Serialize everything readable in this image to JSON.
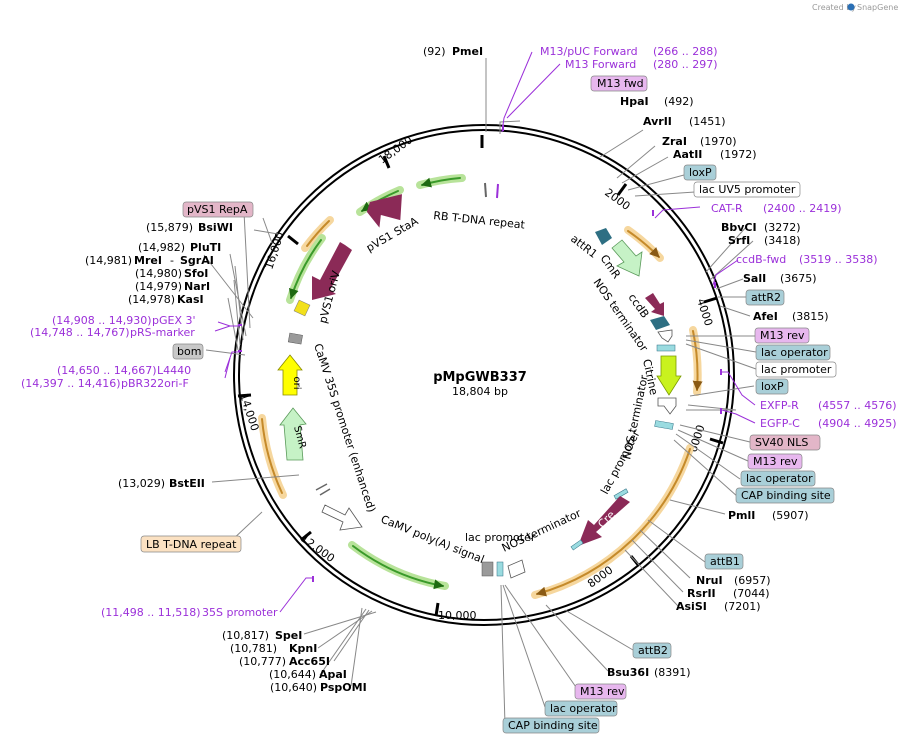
{
  "credit": {
    "prefix": "Created by",
    "brand": "SnapGene"
  },
  "plasmid": {
    "name": "pMpGWB337",
    "length": "18,804 bp"
  },
  "ticks": [
    "2000",
    "4000",
    "6000",
    "8000",
    "10,000",
    "12,000",
    "14,000",
    "16,000",
    "18,000"
  ],
  "features": {
    "rb_repeat": "RB T-DNA repeat",
    "pvs1_staa": "pVS1 StaA",
    "pvs1_oriv": "pVS1 oriV",
    "camv35s": "CaMV 35S promoter (enhanced)",
    "ori": "ori",
    "smr": "SmR",
    "attr1": "attR1",
    "cmr": "CmR",
    "ccdb": "ccdB",
    "nos1": "NOS terminator",
    "citrine": "Citrine",
    "nos2": "NOS terminator",
    "lac_promoter_in": "lac promoter",
    "cre": "Cre",
    "nos3": "NOS terminator",
    "lac_promoter_in2": "lac promoter",
    "camv_polya": "CaMV poly(A) signal"
  },
  "labels": {
    "pmei": {
      "pos": "(92)",
      "name": "PmeI"
    },
    "m13puc": {
      "name": "M13/pUC Forward",
      "range": "(266 .. 288)"
    },
    "m13fwd_p": {
      "name": "M13 Forward",
      "range": "(280 .. 297)"
    },
    "m13fwd_box": "M13 fwd",
    "hpai": {
      "name": "HpaI",
      "pos": "(492)"
    },
    "avrii": {
      "name": "AvrII",
      "pos": "(1451)"
    },
    "zrai": {
      "name": "ZraI",
      "pos": "(1970)"
    },
    "aatii": {
      "name": "AatII",
      "pos": "(1972)"
    },
    "loxp1": "loxP",
    "lacuv5": "lac UV5 promoter",
    "catr": {
      "name": "CAT-R",
      "range": "(2400 .. 2419)"
    },
    "bbvci": {
      "name": "BbvCI",
      "pos": "(3272)"
    },
    "srfi": {
      "name": "SrfI",
      "pos": "(3418)"
    },
    "ccdbfwd": {
      "name": "ccdB-fwd",
      "range": "(3519 .. 3538)"
    },
    "sali": {
      "name": "SalI",
      "pos": "(3675)"
    },
    "attr2": "attR2",
    "afei": {
      "name": "AfeI",
      "pos": "(3815)"
    },
    "m13rev1": "M13 rev",
    "lacop1": "lac operator",
    "lacprom1": "lac promoter",
    "loxp2": "loxP",
    "exfpr": {
      "name": "EXFP-R",
      "range": "(4557 .. 4576)"
    },
    "egfpc": {
      "name": "EGFP-C",
      "range": "(4904 .. 4925)"
    },
    "sv40": "SV40 NLS",
    "m13rev2": "M13 rev",
    "lacop2": "lac operator",
    "cap1": "CAP binding site",
    "pmli": {
      "name": "PmlI",
      "pos": "(5907)"
    },
    "attb1": "attB1",
    "nrui": {
      "name": "NruI",
      "pos": "(6957)"
    },
    "rsrii": {
      "name": "RsrII",
      "pos": "(7044)"
    },
    "asisi": {
      "name": "AsiSI",
      "pos": "(7201)"
    },
    "attb2": "attB2",
    "bsu36i": {
      "name": "Bsu36I",
      "pos": "(8391)"
    },
    "m13rev3": "M13 rev",
    "lacop3": "lac operator",
    "cap2": "CAP binding site",
    "spei": {
      "pos": "(10,817)",
      "name": "SpeI"
    },
    "kpni": {
      "pos": "(10,781)",
      "name": "KpnI"
    },
    "acc65i": {
      "pos": "(10,777)",
      "name": "Acc65I"
    },
    "apai": {
      "pos": "(10,644)",
      "name": "ApaI"
    },
    "pspomi": {
      "pos": "(10,640)",
      "name": "PspOMI"
    },
    "p35s": {
      "range": "(11,498 .. 11,518)",
      "name": "35S promoter"
    },
    "lb_repeat": "LB T-DNA repeat",
    "bsteii": {
      "pos": "(13,029)",
      "name": "BstEII"
    },
    "l4440": {
      "range": "(14,650 .. 14,667)",
      "name": "L4440"
    },
    "pbr322": {
      "range": "(14,397 .. 14,416)",
      "name": "pBR322ori-F"
    },
    "bom": "bom",
    "pgex": {
      "range": "(14,908 .. 14,930)",
      "name": "pGEX 3'"
    },
    "prs": {
      "range": "(14,748 .. 14,767)",
      "name": "pRS-marker"
    },
    "kasi": {
      "pos": "(14,978)",
      "name": "KasI"
    },
    "nari": {
      "pos": "(14,979)",
      "name": "NarI"
    },
    "sfoi": {
      "pos": "(14,980)",
      "name": "SfoI"
    },
    "mrei": {
      "pos": "(14,981)",
      "name": "MreI"
    },
    "sgrai": {
      "name": "SgrAI"
    },
    "pluti": {
      "pos": "(14,982)",
      "name": "PluTI"
    },
    "bsiwi": {
      "pos": "(15,879)",
      "name": "BsiWI"
    },
    "pvs1repa": "pVS1 RepA"
  },
  "colors": {
    "primer": "#9b30d9",
    "orange_feature": "#e8a03c",
    "green_feature": "#3a9a2a",
    "maroon": "#8b2a57",
    "teal_box": "#a9cfd8",
    "pink_box": "#e3b6c8",
    "purple_box": "#e7b7ee",
    "peach_box": "#fbe1c2",
    "gray_box": "#c8c8c8"
  }
}
